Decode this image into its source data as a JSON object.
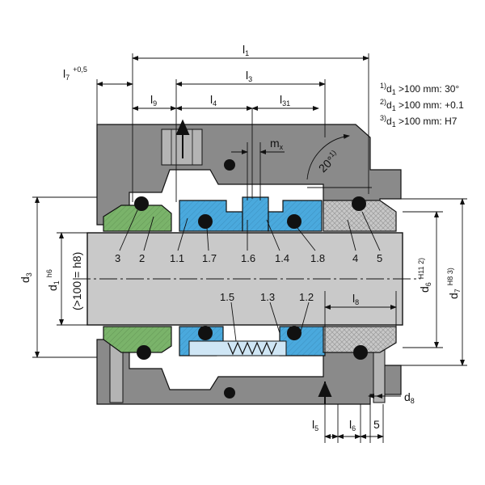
{
  "colors": {
    "housing": "#8a8a8a",
    "housing_dark": "#6f6f6f",
    "shaft": "#c9c9c9",
    "green_part": "#7ab36a",
    "blue_part": "#4aa9dd",
    "seat_gray": "#c7c7c7",
    "oring": "#111111",
    "line": "#111111"
  },
  "notes": [
    {
      "sup": "1)",
      "text": "d",
      "sub": "1",
      "rest": " >100 mm: 30°"
    },
    {
      "sup": "2)",
      "text": "d",
      "sub": "1",
      "rest": " >100 mm: +0.1"
    },
    {
      "sup": "3)",
      "text": "d",
      "sub": "1",
      "rest": " >100 mm: H7"
    }
  ],
  "dims": {
    "l1": {
      "main": "l",
      "sub": "1"
    },
    "l3": {
      "main": "l",
      "sub": "3"
    },
    "l7": {
      "main": "l",
      "sub": "7",
      "sup": "+0,5"
    },
    "l9": {
      "main": "l",
      "sub": "9"
    },
    "l4": {
      "main": "l",
      "sub": "4"
    },
    "l31": {
      "main": "l",
      "sub": "31"
    },
    "mx": {
      "main": "m",
      "sub": "x"
    },
    "angle": {
      "main": "20°",
      "sup": "1)"
    },
    "l8": {
      "main": "l",
      "sub": "8"
    },
    "l5": {
      "main": "l",
      "sub": "5"
    },
    "l6": {
      "main": "l",
      "sub": "6"
    },
    "five": {
      "main": "5"
    },
    "d8": {
      "main": "d",
      "sub": "8"
    },
    "d3": {
      "main": "d",
      "sub": "3"
    },
    "d1": {
      "main": "d",
      "sub": "1",
      "sup": "h6"
    },
    "d1_note": {
      "main": "(>100 = h8)"
    },
    "d6": {
      "main": "d",
      "sub": "6",
      "sup": "H11 2)"
    },
    "d7": {
      "main": "d",
      "sub": "7",
      "sup": "H8 3)"
    }
  },
  "parts_top": [
    "3",
    "2",
    "1.1",
    "1.7",
    "1.6",
    "1.4",
    "1.8",
    "4",
    "5"
  ],
  "parts_bottom": [
    "1.5",
    "1.3",
    "1.2"
  ]
}
